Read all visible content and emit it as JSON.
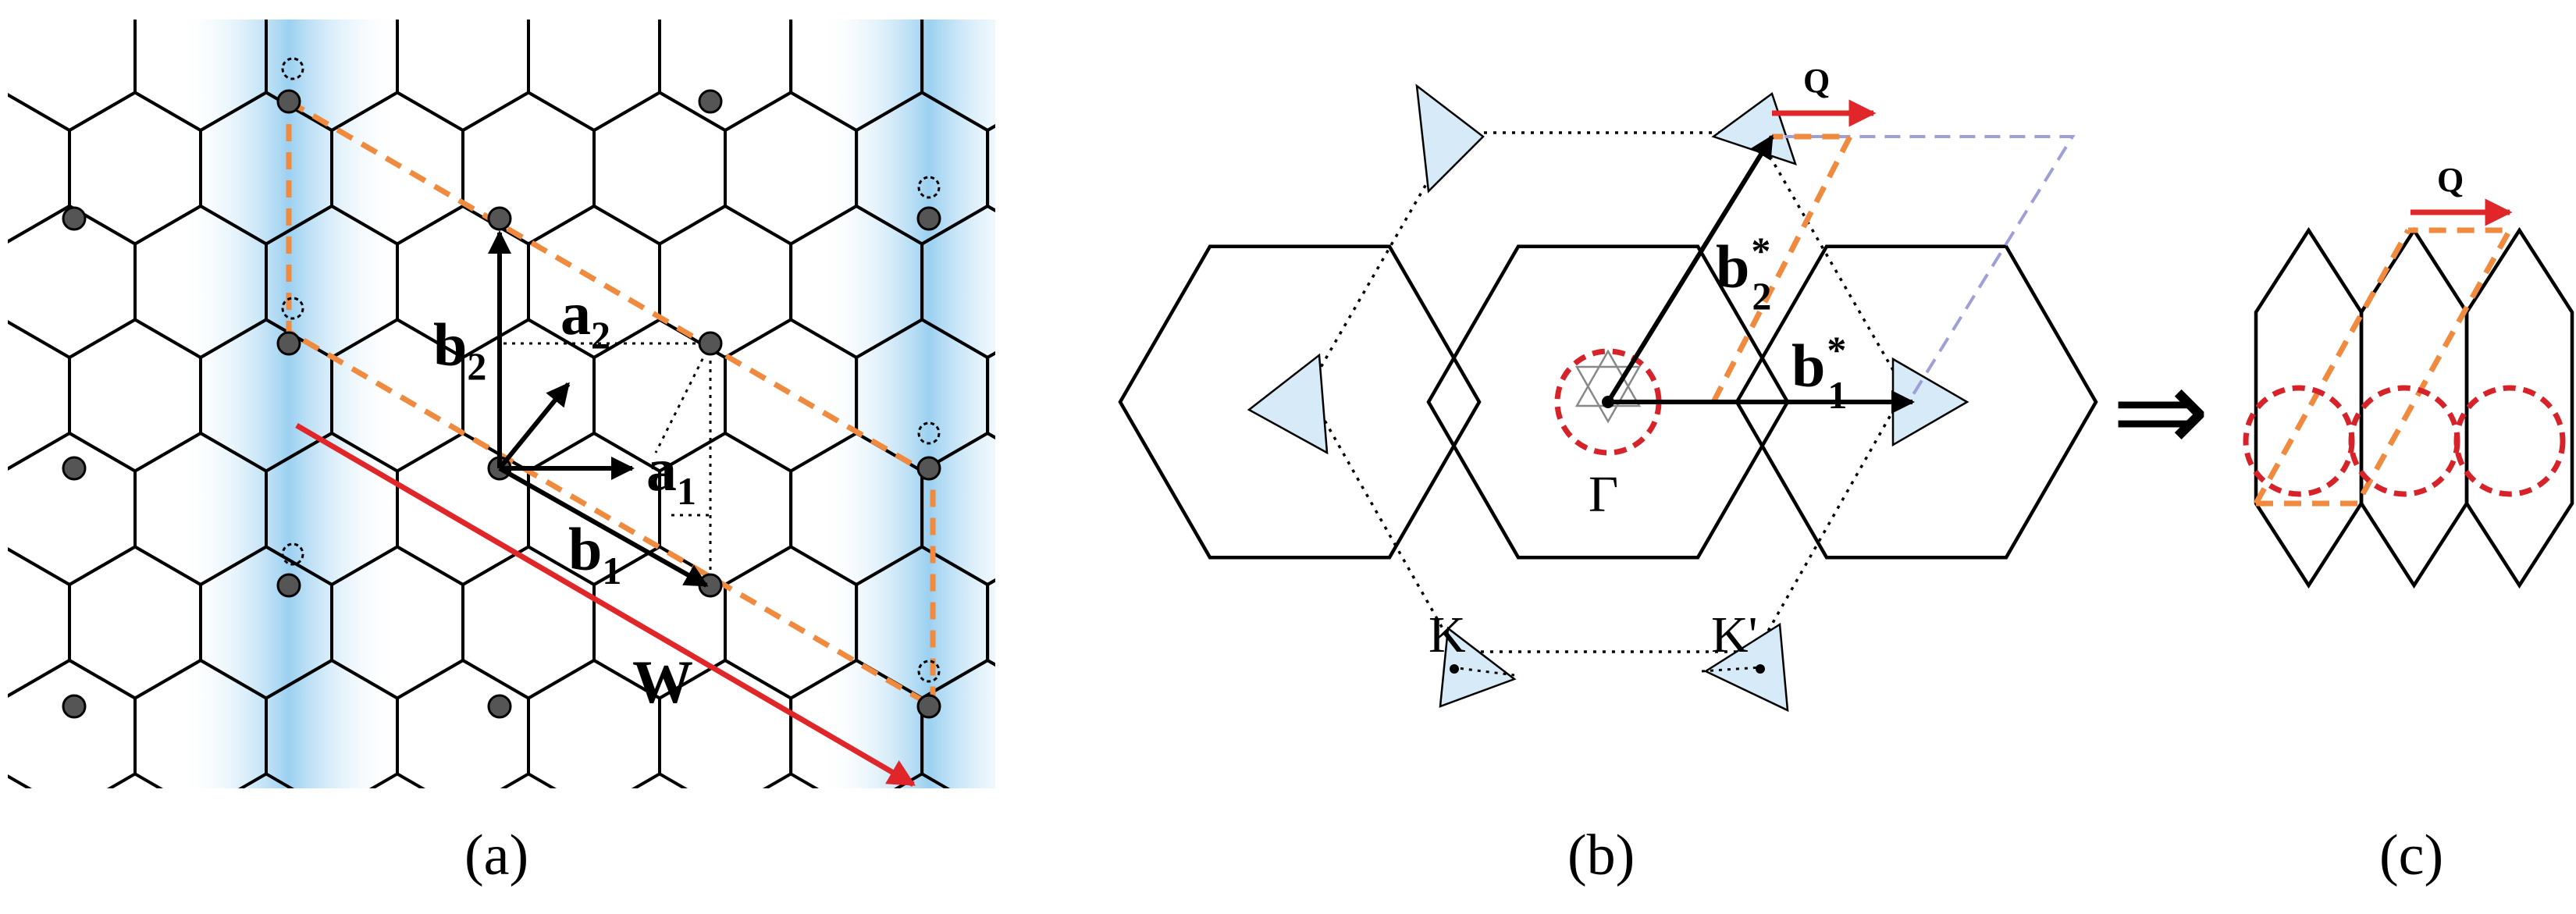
{
  "panels": {
    "a": {
      "caption": "(a)",
      "vectors": {
        "b2": "b",
        "b2_sub": "2",
        "a2": "a",
        "a2_sub": "2",
        "a1": "a",
        "a1_sub": "1",
        "b1": "b",
        "b1_sub": "1",
        "W": "W"
      }
    },
    "b": {
      "caption": "(b)",
      "labels": {
        "Q": "Q",
        "b2star": "b",
        "b2star_sup": "*",
        "b2star_sub": "2",
        "b1star": "b",
        "b1star_sup": "*",
        "b1star_sub": "1",
        "Gamma": "Γ",
        "K": "K",
        "Kprime": "K'"
      }
    },
    "c": {
      "caption": "(c)",
      "labels": {
        "Q": "Q"
      }
    }
  },
  "implies_symbol": "⇒",
  "colors": {
    "hex_stroke": "#000000",
    "stripe_blue": "#bfe0f6",
    "stripe_core": "#8ac8ee",
    "orange_dashed": "#f08a3e",
    "red_arrow": "#e1262a",
    "red_dashed": "#d6232a",
    "site_fill": "#555555",
    "valley_fill": "#d6ebf7",
    "lavender_dashed": "#9f9fd8"
  }
}
